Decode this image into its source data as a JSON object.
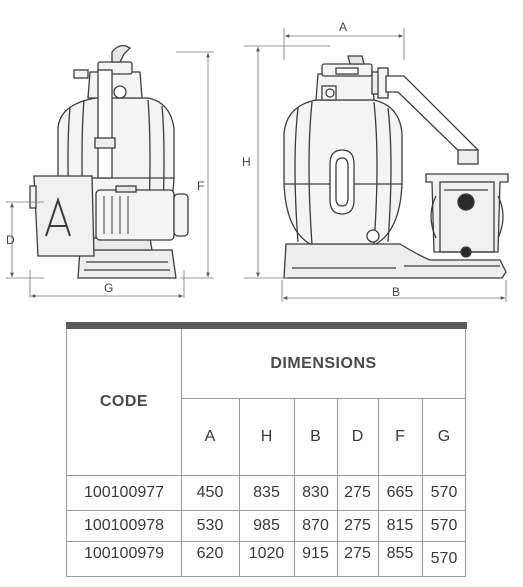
{
  "diagram": {
    "dimension_labels": {
      "a": "A",
      "h": "H",
      "b": "B",
      "d": "D",
      "f": "F",
      "g": "G"
    },
    "line_color": "#3c3c3c",
    "body_fill": "#f4f4f4"
  },
  "table": {
    "code_header": "CODE",
    "dimensions_header": "DIMENSIONS",
    "columns": [
      "A",
      "H",
      "B",
      "D",
      "F",
      "G"
    ],
    "rows": [
      {
        "code": "100100977",
        "values": [
          "450",
          "835",
          "830",
          "275",
          "665",
          "570"
        ]
      },
      {
        "code": "100100978",
        "values": [
          "530",
          "985",
          "870",
          "275",
          "815",
          "570"
        ]
      },
      {
        "code": "100100979",
        "values": [
          "620",
          "1020",
          "915",
          "275",
          "855",
          "570"
        ]
      }
    ],
    "border_color": "#9a9a9a",
    "header_bar_color": "#5b5b5b"
  }
}
